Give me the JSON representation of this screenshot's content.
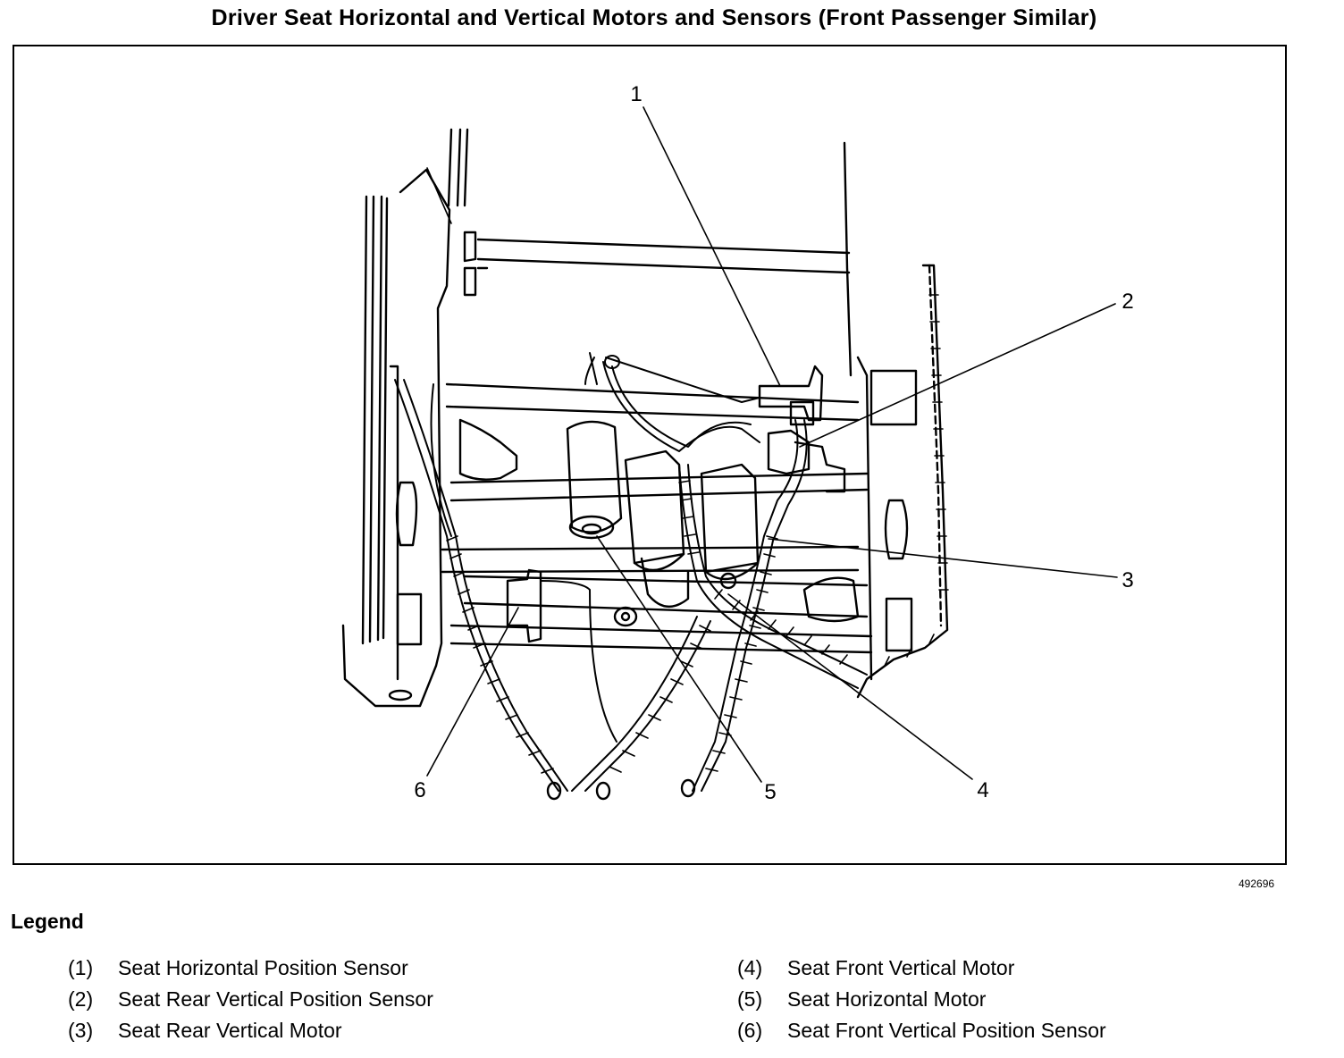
{
  "title": "Driver Seat Horizontal and Vertical Motors and Sensors (Front Passenger Similar)",
  "figure_number": "492696",
  "callouts": [
    "1",
    "2",
    "3",
    "4",
    "5",
    "6"
  ],
  "legend": {
    "heading": "Legend",
    "items": [
      {
        "num": "(1)",
        "label": "Seat Horizontal Position Sensor"
      },
      {
        "num": "(2)",
        "label": "Seat Rear Vertical Position Sensor"
      },
      {
        "num": "(3)",
        "label": "Seat Rear Vertical Motor"
      },
      {
        "num": "(4)",
        "label": "Seat Front Vertical Motor"
      },
      {
        "num": "(5)",
        "label": "Seat Horizontal Motor"
      },
      {
        "num": "(6)",
        "label": "Seat Front Vertical Position Sensor"
      }
    ]
  }
}
